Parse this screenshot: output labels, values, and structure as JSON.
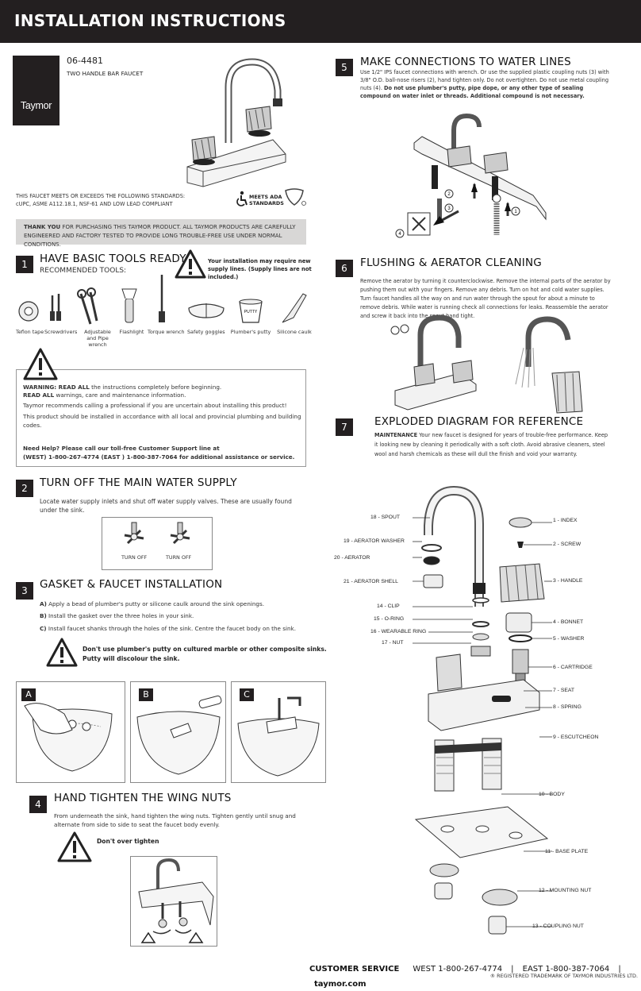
{
  "header": {
    "title": "INSTALLATION INSTRUCTIONS"
  },
  "brand": {
    "logo_text": "Taymor",
    "model": "06-4481",
    "product": "TWO HANDLE BAR FAUCET"
  },
  "standards": {
    "line1": "THIS FAUCET MEETS OR EXCEEDS THE FOLLOWING STANDARDS:",
    "line2": "cUPC, ASME A112.18.1, NSF-61 AND LOW LEAD COMPLIANT",
    "ada": "MEETS ADA\nSTANDARDS"
  },
  "thanks": {
    "lead": "THANK YOU",
    "text": " FOR PURCHASING THIS TAYMOR PRODUCT. ALL TAYMOR PRODUCTS ARE  CAREFULLY ENGINEERED AND FACTORY TESTED TO PROVIDE LONG TROUBLE-FREE USE UNDER NORMAL CONDITIONS."
  },
  "step1": {
    "num": "1",
    "title": "HAVE BASIC TOOLS READY",
    "subtitle": "RECOMMENDED TOOLS:",
    "note": "Your installation may require new supply lines. (Supply lines are not included.)",
    "tools": [
      "Teflon tape",
      "Screwdrivers",
      "Adjustable and Pipe wrench",
      "Flashlight",
      "Torque wrench",
      "Safety goggles",
      "Plumber's putty",
      "Silicone caulk"
    ],
    "putty_label": "PUTTY"
  },
  "warning": {
    "l1a": "WARNING: READ ALL",
    "l1b": " the instructions completely before beginning.",
    "l2a": "READ ALL",
    "l2b": " warnings, care and maintenance information.",
    "l3": "Taymor recommends calling a professional if you are uncertain about installing this product!",
    "l4": "This product should be installed in accordance with all local and provincial plumbing and building codes.",
    "help1": "Need Help? Please call our toll-free Customer Support line at",
    "help2": "(WEST) 1-800-267-4774    (EAST ) 1-800-387-7064 for additional assistance or service."
  },
  "step2": {
    "num": "2",
    "title": "TURN OFF THE MAIN WATER SUPPLY",
    "text": "Locate water supply inlets and shut off water supply valves. These are usually found under the sink.",
    "label_left": "TURN OFF",
    "label_right": "TURN OFF"
  },
  "step3": {
    "num": "3",
    "title": "GASKET & FAUCET INSTALLATION",
    "a_lead": "A)",
    "a": " Apply a bead of plumber's putty or silicone caulk around the sink openings.",
    "b_lead": "B)",
    "b": " Install the gasket over the three holes in your sink.",
    "c_lead": "C)",
    "c": " Install faucet shanks through the holes of the sink. Centre the faucet body on the sink.",
    "warn": "Don't use plumber's putty on cultured marble or other composite sinks.\nPutty will discolour the sink.",
    "panel_a": "A",
    "panel_b": "B",
    "panel_c": "C"
  },
  "step4": {
    "num": "4",
    "title": "HAND TIGHTEN THE WING NUTS",
    "text": "From underneath the sink, hand tighten the wing nuts. Tighten gently until snug and alternate from side to side to seat the faucet body evenly.",
    "warn": "Don't over tighten"
  },
  "step5": {
    "num": "5",
    "title": "MAKE CONNECTIONS TO WATER LINES",
    "text": "Use 1/2\" IPS faucet connections with wrench. Or use the supplied plastic coupling nuts (3) with 3/8\" O.D. ball-nose risers (2), hand tighten only. Do not overtighten. Do not use metal coupling nuts (4). ",
    "text_bold": "Do not use plumber's putty, pipe dope, or any other type of sealing compound on water inlet or threads. Additional compound is not necessary.",
    "callouts": [
      "1",
      "2",
      "3",
      "4"
    ]
  },
  "step6": {
    "num": "6",
    "title": "FLUSHING & AERATOR CLEANING",
    "text": "Remove the aerator by turning it counterclockwise. Remove the internal parts of the aerator by pushing them out with your fingers. Remove any debris. Turn on hot and cold water supplies. Turn faucet handles all the way on and run water through the spout for about a minute to remove debris. While water is running check all connections for leaks. Reassemble the aerator and screw it back into the spout hand tight."
  },
  "step7": {
    "num": "7",
    "title": "EXPLODED DIAGRAM FOR REFERENCE",
    "lead": "MAINTENANCE",
    "text": " Your new faucet is designed for years of trouble-free performance. Keep it looking new by cleaning it periodically with a soft cloth. Avoid abrasive cleaners, steel wool and harsh chemicals as these will dull the finish and void your warranty.",
    "parts": {
      "p1": "1 - INDEX",
      "p2": "2 - SCREW",
      "p3": "3 - HANDLE",
      "p4": "4 - BONNET",
      "p5": "5 - WASHER",
      "p6": "6 - CARTRIDGE",
      "p7": "7 - SEAT",
      "p8": "8 - SPRING",
      "p9": "9 - ESCUTCHEON",
      "p10": "10 - BODY",
      "p11": "11 - BASE PLATE",
      "p12": "12 - MOUNTING NUT",
      "p13": "13 - COUPLING NUT",
      "p14": "14 - CLIP",
      "p15": "15 - O-RING",
      "p16": "16 - WEARABLE RING",
      "p17": "17 - NUT",
      "p18": "18 - SPOUT",
      "p19": "19 - AERATOR WASHER",
      "p20": "20 - AERATOR",
      "p21": "21 - AERATOR SHELL"
    }
  },
  "footer": {
    "cs": "CUSTOMER SERVICE",
    "west": "WEST 1-800-267-4774",
    "sep": "|",
    "east": "EAST 1-800-387-7064",
    "site": "taymor.com",
    "trademark": "® REGISTERED TRADEMARK OF TAYMOR INDUSTRIES LTD."
  }
}
